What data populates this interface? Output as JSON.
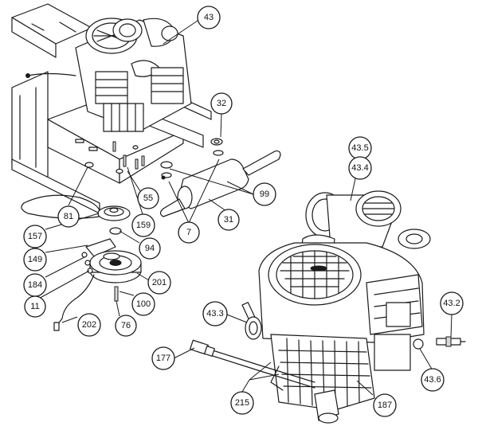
{
  "callouts": [
    {
      "id": "c43",
      "label": "43"
    },
    {
      "id": "c32",
      "label": "32"
    },
    {
      "id": "c99",
      "label": "99"
    },
    {
      "id": "c55",
      "label": "55"
    },
    {
      "id": "c81",
      "label": "81"
    },
    {
      "id": "c159",
      "label": "159"
    },
    {
      "id": "c7",
      "label": "7"
    },
    {
      "id": "c31",
      "label": "31"
    },
    {
      "id": "c157",
      "label": "157"
    },
    {
      "id": "c149",
      "label": "149"
    },
    {
      "id": "c94",
      "label": "94"
    },
    {
      "id": "c184",
      "label": "184"
    },
    {
      "id": "c201",
      "label": "201"
    },
    {
      "id": "c11",
      "label": "11"
    },
    {
      "id": "c100",
      "label": "100"
    },
    {
      "id": "c76",
      "label": "76"
    },
    {
      "id": "c202",
      "label": "202"
    },
    {
      "id": "c43_5",
      "label": "43.5"
    },
    {
      "id": "c43_4",
      "label": "43.4"
    },
    {
      "id": "c43_3",
      "label": "43.3"
    },
    {
      "id": "c43_2",
      "label": "43.2"
    },
    {
      "id": "c43_6",
      "label": "43.6"
    },
    {
      "id": "c177",
      "label": "177"
    },
    {
      "id": "c215",
      "label": "215"
    },
    {
      "id": "c187",
      "label": "187"
    }
  ]
}
